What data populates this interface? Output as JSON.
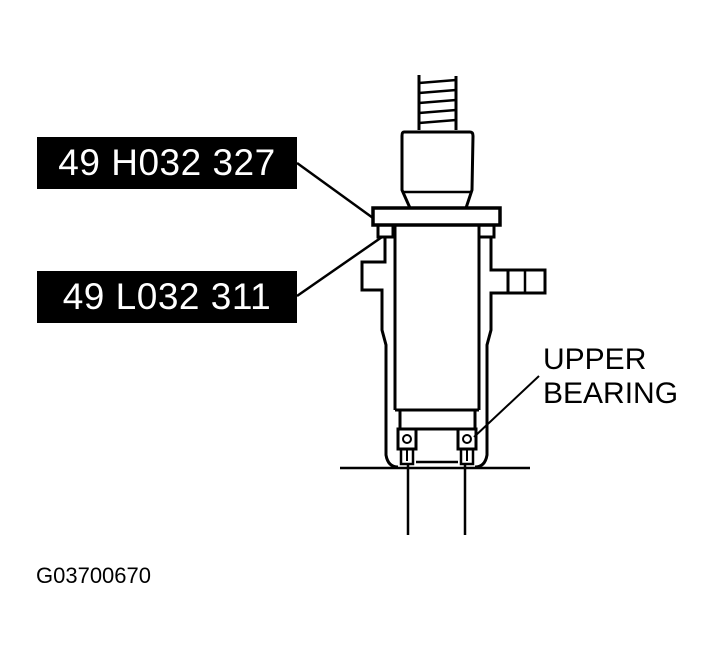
{
  "diagram": {
    "type": "mechanical-service-illustration",
    "subject": "Strut assembly with special service tools installed",
    "labels": {
      "tool_top": "49 H032 327",
      "tool_bottom": "49 L032 311",
      "bearing_line1": "UPPER",
      "bearing_line2": "BEARING"
    },
    "figure_id": "G03700670",
    "colors": {
      "ink": "#000000",
      "background": "#ffffff",
      "label_fill": "#000000",
      "label_text": "#ffffff"
    }
  }
}
